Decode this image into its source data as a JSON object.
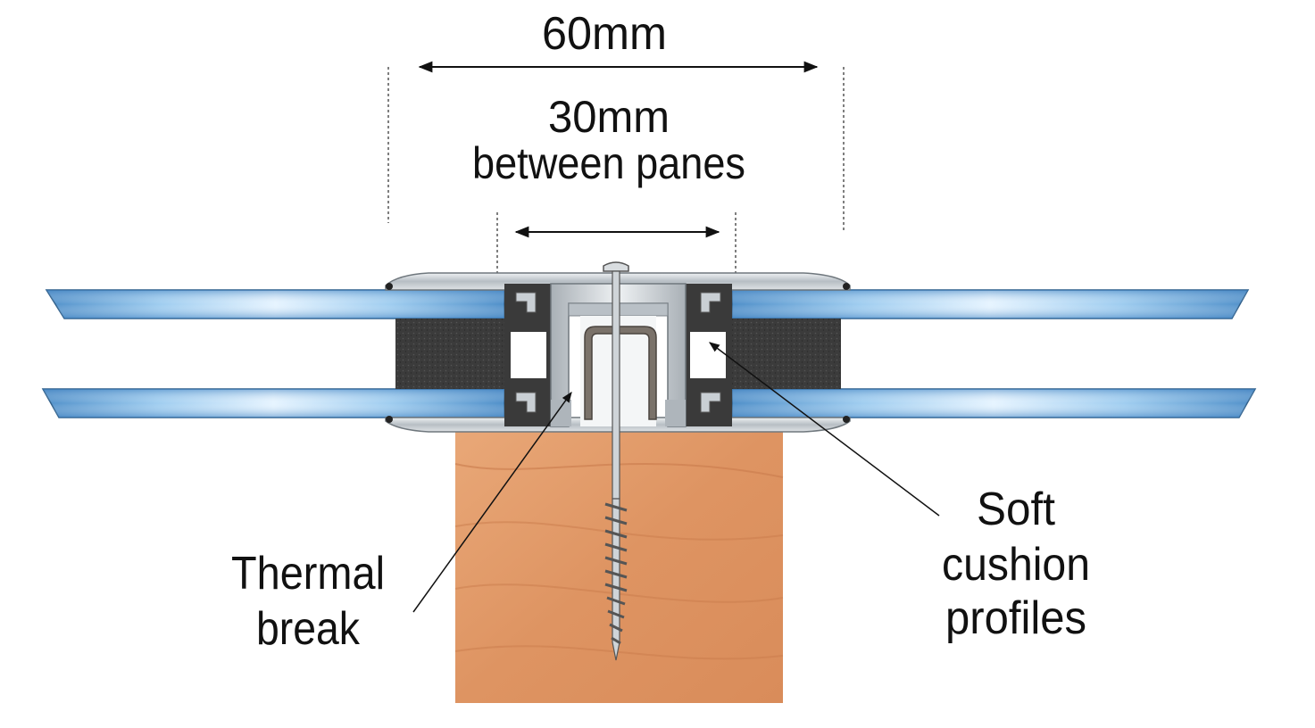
{
  "dimensions": {
    "outer_width_label": "60mm",
    "inner_value_label": "30mm",
    "inner_desc_label": "between panes"
  },
  "callouts": {
    "thermal_break": {
      "line1": "Thermal",
      "line2": "break"
    },
    "soft_cushion": {
      "line1": "Soft",
      "line2": "cushion",
      "line3": "profiles"
    }
  },
  "colors": {
    "glass": "#7fb6dd",
    "glass_highlight": "#dcefff",
    "foam": "#3a3a3a",
    "aluminium": "#c9cfd4",
    "timber": "#e29a68",
    "thermal_break": "#7a726a"
  }
}
